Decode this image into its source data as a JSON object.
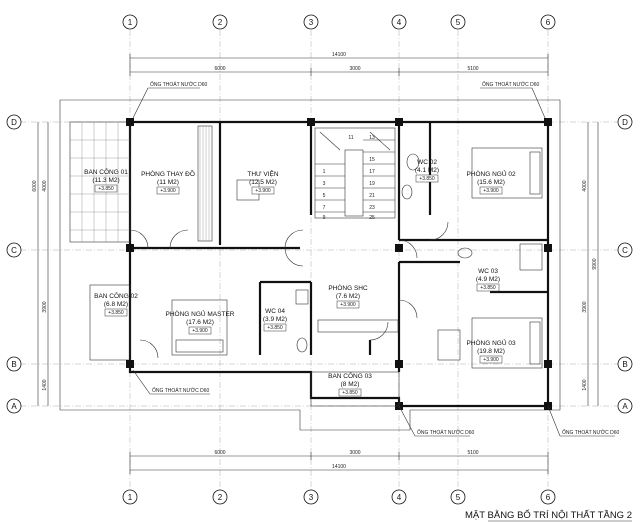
{
  "title": "MẶT BẰNG BỐ TRÍ NỘI THẤT TẦNG 2",
  "axes_numbers": [
    "1",
    "2",
    "3",
    "4",
    "5",
    "6"
  ],
  "axes_letters": [
    "D",
    "C",
    "B",
    "A"
  ],
  "dims_top": {
    "total": "14100",
    "segments": [
      "6000",
      "3000",
      "5100"
    ]
  },
  "dims_bottom": {
    "total": "14100",
    "segments": [
      "6000",
      "3000",
      "5100"
    ]
  },
  "dims_left": {
    "total": "6000",
    "segments": [
      "4000",
      "3900",
      "1400"
    ]
  },
  "dims_right": {
    "total": "9900",
    "segments": [
      "4000",
      "3900",
      "1400"
    ]
  },
  "rooms": [
    {
      "id": "ban-cong-01",
      "name": "BAN CÔNG 01",
      "area": "(11.3 M2)",
      "level": "+3.850"
    },
    {
      "id": "phong-thay-do",
      "name": "PHÒNG THAY ĐỒ",
      "area": "(11 M2)",
      "level": "+3.900"
    },
    {
      "id": "thu-vien",
      "name": "THƯ VIỆN",
      "area": "(12.5 M2)",
      "level": "+3.900"
    },
    {
      "id": "wc-02",
      "name": "WC 02",
      "area": "(4.1 M2)",
      "level": "+3.850"
    },
    {
      "id": "phong-ngu-02",
      "name": "PHÒNG NGỦ 02",
      "area": "(15.6 M2)",
      "level": "+3.900"
    },
    {
      "id": "ban-cong-02",
      "name": "BAN CÔNG 02",
      "area": "(6.8 M2)",
      "level": "+3.850"
    },
    {
      "id": "phong-ngu-master",
      "name": "PHÒNG NGỦ MASTER",
      "area": "(17.6 M2)",
      "level": "+3.900"
    },
    {
      "id": "wc-04",
      "name": "WC 04",
      "area": "(3.9 M2)",
      "level": "+3.850"
    },
    {
      "id": "phong-shc",
      "name": "PHÒNG SHC",
      "area": "(7.6 M2)",
      "level": "+3.900"
    },
    {
      "id": "wc-03",
      "name": "WC 03",
      "area": "(4.9 M2)",
      "level": "+3.850"
    },
    {
      "id": "phong-ngu-03",
      "name": "PHÒNG NGỦ 03",
      "area": "(19.8 M2)",
      "level": "+3.900"
    },
    {
      "id": "ban-cong-03",
      "name": "BAN CÔNG 03",
      "area": "(8 M2)",
      "level": "+3.850"
    }
  ],
  "drain_label": "ỐNG THOÁT NƯỚC D60",
  "stair_steps": [
    "11",
    "13",
    "15",
    "17",
    "19",
    "21",
    "23",
    "25"
  ],
  "stair_steps_left": [
    "1",
    "3",
    "5",
    "7",
    "9"
  ]
}
